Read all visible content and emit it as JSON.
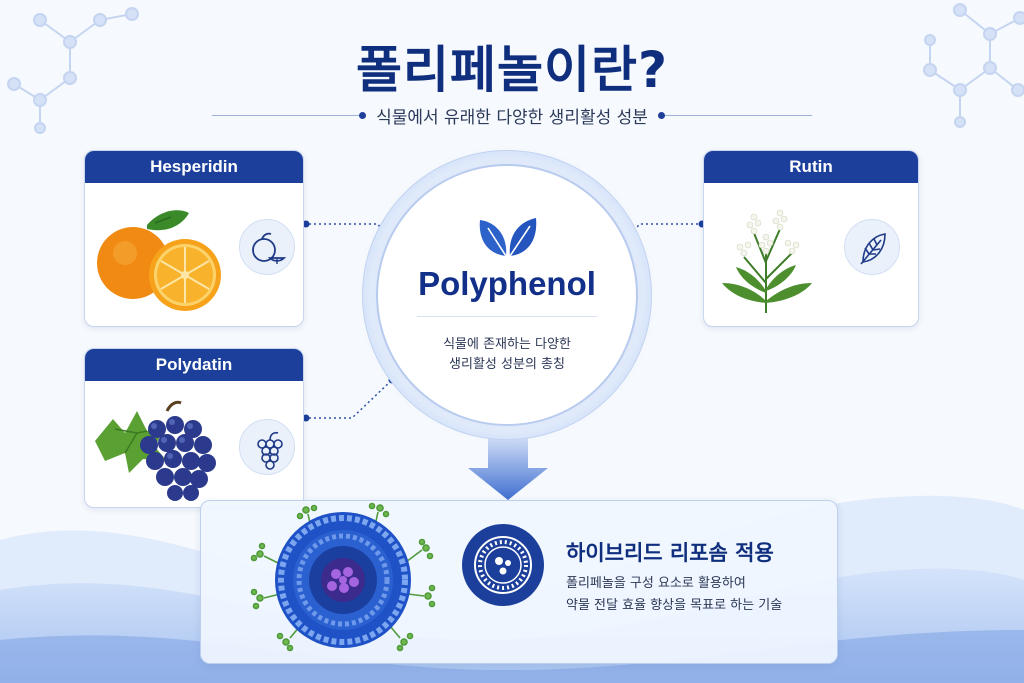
{
  "header": {
    "title": "폴리페놀이란?",
    "subtitle": "식물에서 유래한 다양한 생리활성 성분"
  },
  "cards": [
    {
      "name": "Hesperidin",
      "illustration": "orange",
      "icon": "citrus-icon"
    },
    {
      "name": "Polydatin",
      "illustration": "grapes",
      "icon": "grape-icon"
    },
    {
      "name": "Rutin",
      "illustration": "flowering-plant",
      "icon": "leaf-icon"
    }
  ],
  "center": {
    "icon": "leaves-icon",
    "title": "Polyphenol",
    "description": [
      "식물에 존재하는 다양한",
      "생리활성 성분의 총칭"
    ]
  },
  "application": {
    "icon": "liposome-icon",
    "title": "하이브리드 리포솜 적용",
    "description": [
      "폴리페놀을 구성 요소로 활용하여",
      "약물 전달 효율 향상을 목표로 하는 기술"
    ]
  },
  "colors": {
    "primary": "#1b3f9b",
    "title": "#0f2e7d",
    "background": "#f6f9fd",
    "wave": "#8fb1ea"
  }
}
